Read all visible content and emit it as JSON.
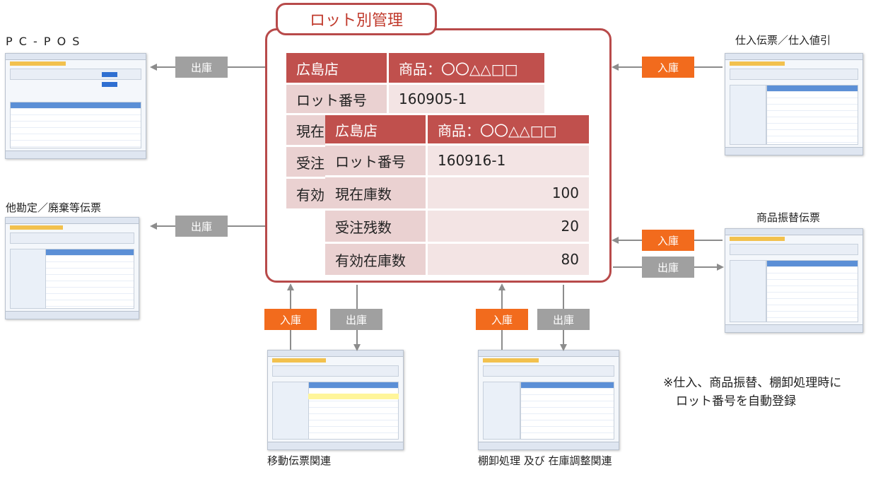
{
  "title": "ロット別管理",
  "labels": {
    "in": "入庫",
    "out": "出庫"
  },
  "systems": {
    "pcpos": "P C - P O S",
    "purchase": "仕入伝票／仕入値引",
    "other": "他勘定／廃棄等伝票",
    "transfer": "商品振替伝票",
    "move": "移動伝票関連",
    "inventory": "棚卸処理 及び 在庫調整関連"
  },
  "note": {
    "line1": "※仕入、商品振替、棚卸処理時に",
    "line2": "ロット番号を自動登録"
  },
  "lot_back": {
    "store": "広島店",
    "product": "商品：〇〇△△□□",
    "lot_label": "ロット番号",
    "lot_no": "160905-1",
    "stock_label_partial": "現在",
    "order_label_partial": "受注",
    "avail_label_partial": "有効"
  },
  "lot_front": {
    "store": "広島店",
    "product": "商品：〇〇△△□□",
    "lot_label": "ロット番号",
    "lot_no": "160916-1",
    "rows": [
      {
        "label": "現在庫数",
        "value": "100"
      },
      {
        "label": "受注残数",
        "value": "20"
      },
      {
        "label": "有効在庫数",
        "value": "80"
      }
    ]
  },
  "colors": {
    "accent": "#c0504d",
    "in": "#f26b1d",
    "out": "#a0a0a0",
    "arrow": "#8c8c8c"
  }
}
